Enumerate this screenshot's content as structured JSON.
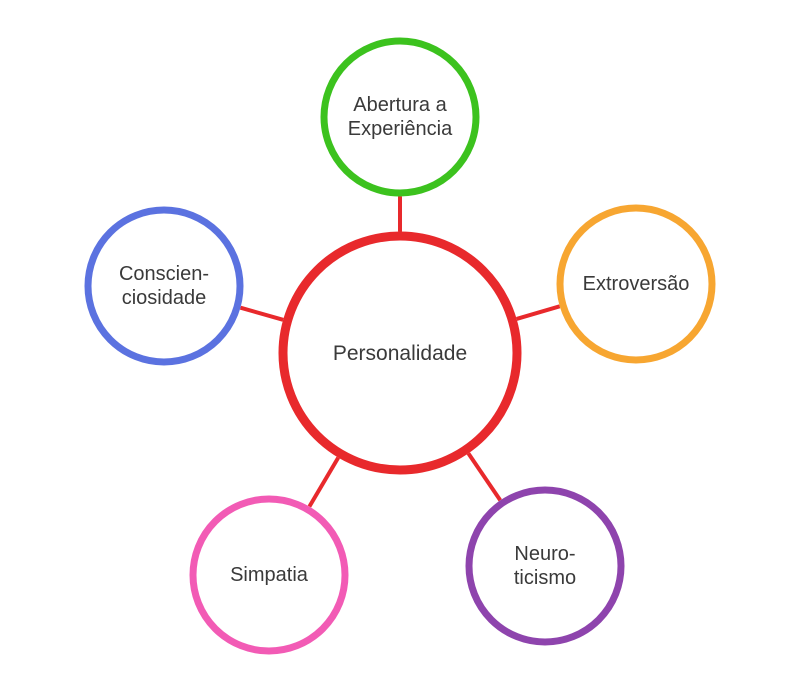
{
  "diagram": {
    "connector_color": "#e8292c",
    "center": {
      "id": "personalidade",
      "lines": [
        "Personalidade"
      ],
      "color": "#e8292c"
    },
    "nodes": [
      {
        "id": "abertura",
        "lines": [
          "Abertura a",
          "Experiência"
        ],
        "color": "#3cc21e"
      },
      {
        "id": "extroversao",
        "lines": [
          "Extroversão"
        ],
        "color": "#f7a631"
      },
      {
        "id": "neuroticismo",
        "lines": [
          "Neuro-",
          "ticismo"
        ],
        "color": "#8e44ad"
      },
      {
        "id": "simpatia",
        "lines": [
          "Simpatia"
        ],
        "color": "#f25bb5"
      },
      {
        "id": "conscienciosidade",
        "lines": [
          "Conscien-",
          "ciosidade"
        ],
        "color": "#5b72e0"
      }
    ]
  }
}
